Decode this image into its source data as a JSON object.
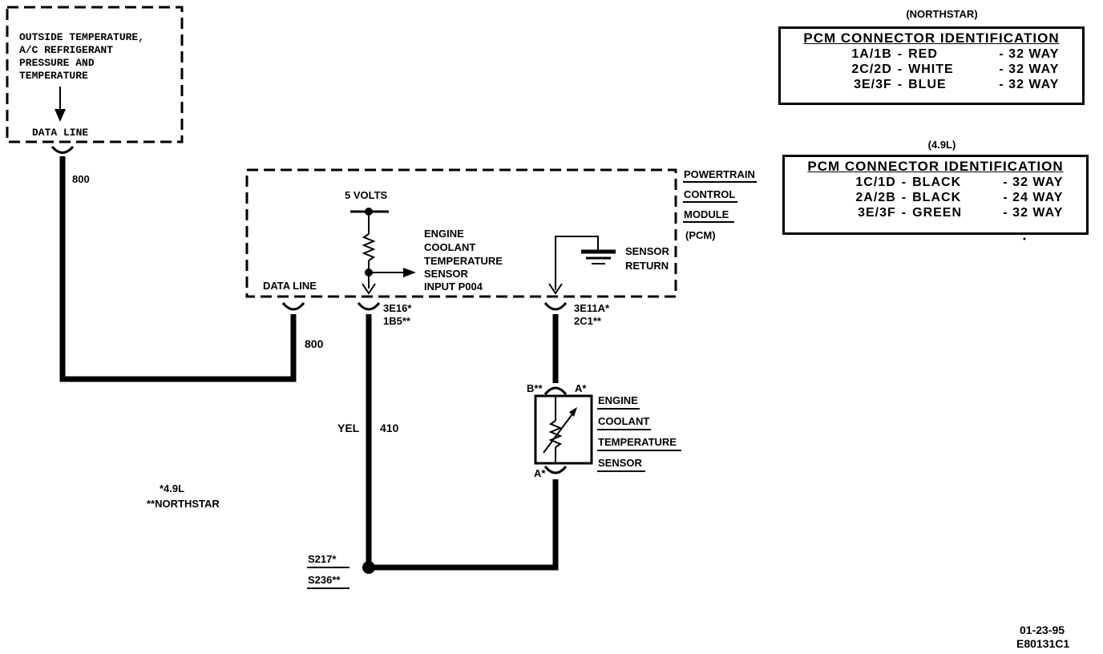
{
  "outside_box": {
    "lines": [
      "OUTSIDE TEMPERATURE,",
      "A/C REFRIGERANT",
      "PRESSURE AND",
      "TEMPERATURE"
    ],
    "data_line": "DATA LINE"
  },
  "circuit_800_top": "800",
  "circuit_800_bottom": "800",
  "pcm": {
    "name_lines": [
      "POWERTRAIN",
      "CONTROL",
      "MODULE",
      "(PCM)"
    ],
    "five_volts": "5 VOLTS",
    "data_line": "DATA LINE",
    "ect_input_lines": [
      "ENGINE",
      "COOLANT",
      "TEMPERATURE",
      "SENSOR",
      "INPUT P004"
    ],
    "sensor_return_lines": [
      "SENSOR",
      "RETURN"
    ]
  },
  "pin_left": [
    "3E16*",
    "1B5**"
  ],
  "pin_right": [
    "3E11A*",
    "2C1**"
  ],
  "wire_color": "YEL",
  "wire_circuit": "410",
  "sensor": {
    "label_lines": [
      "ENGINE",
      "COOLANT",
      "TEMPERATURE",
      "SENSOR"
    ],
    "pin_b": "B**",
    "pin_a_top": "A*",
    "pin_a_bottom": "A*"
  },
  "splice": [
    "S217*",
    "S236**"
  ],
  "legend": [
    "*4.9L",
    "**NORTHSTAR"
  ],
  "table_northstar": {
    "caption": "(NORTHSTAR)",
    "heading": "PCM CONNECTOR IDENTIFICATION",
    "rows": [
      {
        "conn": "1A/1B",
        "dash": "-",
        "color": "RED",
        "ways": "- 32 WAY"
      },
      {
        "conn": "2C/2D",
        "dash": "-",
        "color": "WHITE",
        "ways": "- 32 WAY"
      },
      {
        "conn": "3E/3F",
        "dash": "-",
        "color": "BLUE",
        "ways": "- 32 WAY"
      }
    ]
  },
  "table_49l": {
    "caption": "(4.9L)",
    "heading": "PCM CONNECTOR IDENTIFICATION",
    "rows": [
      {
        "conn": "1C/1D",
        "dash": "-",
        "color": "BLACK",
        "ways": "- 32 WAY"
      },
      {
        "conn": "2A/2B",
        "dash": "-",
        "color": "BLACK",
        "ways": "- 24 WAY"
      },
      {
        "conn": "3E/3F",
        "dash": "-",
        "color": "GREEN",
        "ways": "- 32 WAY"
      }
    ]
  },
  "date_code": "01-23-95",
  "figure_id": "E80131C1"
}
